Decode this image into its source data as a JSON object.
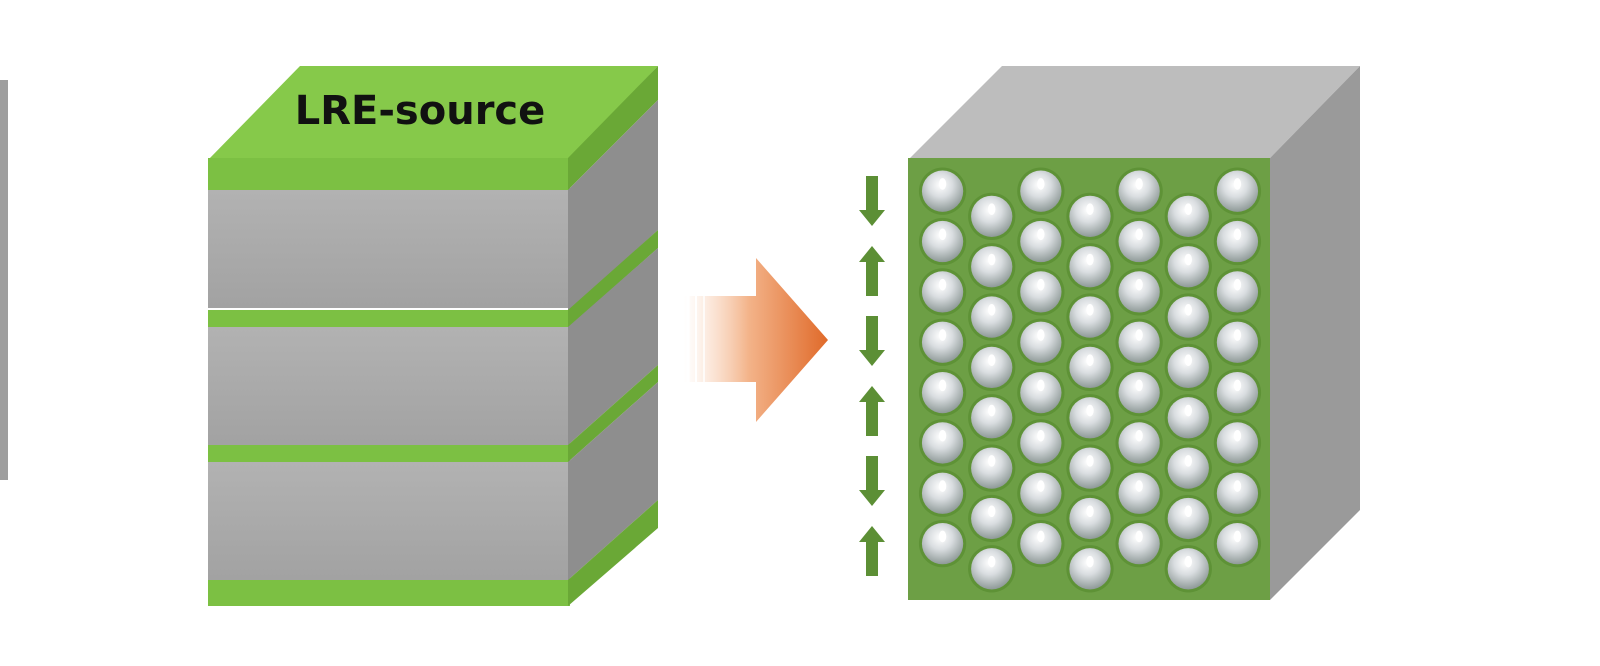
{
  "diagram": {
    "source_block": {
      "top_label": "LRE-source",
      "layers": 3
    },
    "arrow": {
      "color": "#e07030",
      "direction": "right"
    },
    "result_block": {
      "grid_columns": 7,
      "grid_rows": 8,
      "side_arrows": [
        "down",
        "up",
        "down",
        "up",
        "down",
        "up"
      ]
    },
    "colors": {
      "green": "#7dc242",
      "gray": "#a6a6a6",
      "dark_green": "#4f8a2e"
    }
  }
}
